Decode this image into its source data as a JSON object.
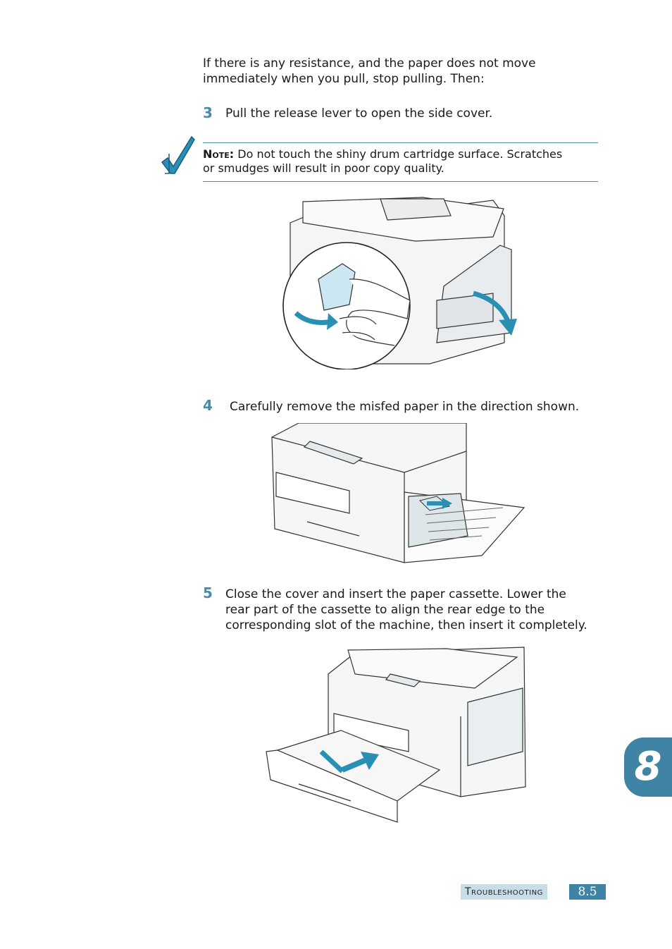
{
  "intro": {
    "line1": "If there is any resistance, and the paper does not move",
    "line2": "immediately when you pull, stop pulling. Then:"
  },
  "steps": [
    {
      "number": "3",
      "text": "Pull the release lever to open the side cover."
    },
    {
      "number": "4",
      "text": "Carefully remove the misfed paper in the direction shown."
    },
    {
      "number": "5",
      "line1": "Close the cover and insert the paper cassette. Lower the",
      "line2": "rear part of the cassette to align the rear edge to the",
      "line3": "corresponding slot of the machine, then insert it completely."
    }
  ],
  "note": {
    "label": "Note:",
    "line1": "Do not touch the shiny drum cartridge surface. Scratches",
    "line2": "or smudges will result in poor copy quality.",
    "icon": "checkmark-icon"
  },
  "footer": {
    "section": "Troubleshooting",
    "page": "8.5"
  },
  "chapter_tab": "8",
  "colors": {
    "accent": "#3f84a4",
    "accent_light": "#c9dde8",
    "arrow": "#2a8fb5"
  }
}
